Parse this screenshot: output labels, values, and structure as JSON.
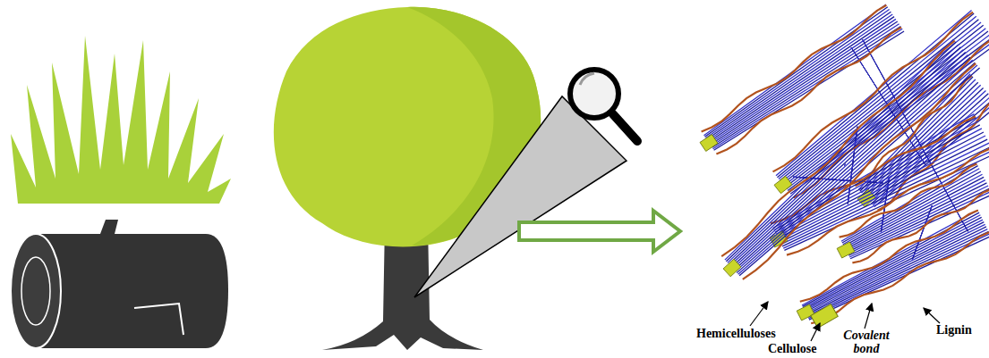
{
  "diagram": {
    "labels": [
      "Hemicelluloses",
      "Cellulose",
      "Covalent bond",
      "Lignin"
    ]
  }
}
